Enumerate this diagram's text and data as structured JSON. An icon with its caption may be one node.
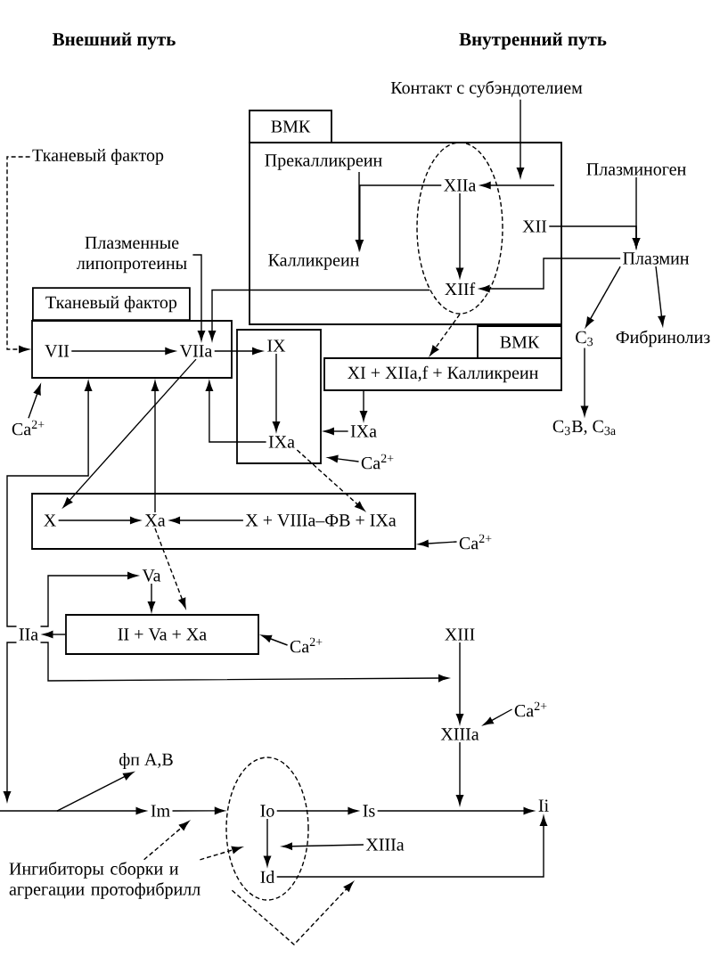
{
  "diagram": {
    "nodes": [
      {
        "text": [
          "Контакт с субэндотелием"
        ]
      },
      {
        "text": [
          "ВМК"
        ]
      },
      {
        "text": [],
        "shape": "box"
      },
      {
        "text": [
          "Прекалликреин"
        ],
        "in": 2
      },
      {
        "text": [
          "Калликреин"
        ],
        "in": 2
      },
      {
        "text": [],
        "shape": "ellipse",
        "in": 2
      },
      {
        "text": [
          "XIIa"
        ],
        "in": 5
      },
      {
        "text": [
          "XIIf"
        ],
        "in": 5
      },
      {
        "text": [
          "XII"
        ],
        "in": 2
      },
      {
        "text": [
          "Тканевый фактор"
        ]
      },
      {
        "text": [
          "Плазминоген"
        ]
      },
      {
        "text": [
          "Плазмин"
        ]
      },
      {
        "text": [
          "Плазменные липопротеины"
        ]
      },
      {
        "text": [
          "Тканевый фактор"
        ]
      },
      {
        "text": [
          "VII"
        ],
        "in": 13
      },
      {
        "text": [
          "VIIa"
        ],
        "in": 13
      },
      {
        "text": [],
        "shape": "box"
      },
      {
        "text": [
          "IX"
        ],
        "in": 16
      },
      {
        "text": [
          "IXa"
        ],
        "in": 16
      },
      {
        "text": [
          "C$_{3}$"
        ]
      },
      {
        "text": [
          "Фибринолиз"
        ]
      },
      {
        "text": [
          "ВМК"
        ]
      },
      {
        "text": [
          "XI + XIIa,f + Калликреин"
        ]
      },
      {
        "text": [
          "IXa"
        ]
      },
      {
        "text": [
          "Ca$^{2+}$"
        ]
      },
      {
        "text": [
          "C$_{3}$B, C$_{3a}$"
        ]
      },
      {
        "text": [
          "Ca$^{2+}$"
        ]
      },
      {
        "text": [],
        "shape": "box"
      },
      {
        "text": [
          "X"
        ],
        "in": 27
      },
      {
        "text": [
          "Xa"
        ],
        "in": 27
      },
      {
        "text": [
          "X + VIIIa–ФВ + IXa"
        ],
        "in": 27
      },
      {
        "text": [
          "Ca$^{2+}$"
        ]
      },
      {
        "text": [
          "Va"
        ]
      },
      {
        "text": [
          "IIa"
        ]
      },
      {
        "text": [
          "II + Va + Xa"
        ]
      },
      {
        "text": [
          "XIII"
        ]
      },
      {
        "text": [
          "Ca$^{2+}$"
        ]
      },
      {
        "text": [
          "Ca$^{2+}$"
        ]
      },
      {
        "text": [
          "XIIIa"
        ]
      },
      {
        "text": [
          "фп A,B"
        ]
      },
      {
        "text": [
          "Ii"
        ]
      },
      {
        "text": [
          "Im"
        ]
      },
      {
        "text": [],
        "shape": "ellipse"
      },
      {
        "text": [
          "Io"
        ],
        "in": 42
      },
      {
        "text": [
          "Is"
        ]
      },
      {
        "text": [
          "XIIIa"
        ]
      },
      {
        "text": [
          "Id"
        ],
        "in": 42
      },
      {
        "text": [
          "Ингибиторы сборки и агрегации протофибрилл"
        ]
      }
    ],
    "edges": [
      {
        "from": 0,
        "to": null,
        "arrow": "to"
      },
      {
        "from": null,
        "to": 6,
        "arrow": "to"
      },
      {
        "from": 6,
        "to": 4,
        "arrow": "to"
      },
      {
        "from": 3,
        "to": 4,
        "arrow": "to"
      },
      {
        "from": 6,
        "to": 7,
        "arrow": "to"
      },
      {
        "from": 8,
        "to": 11,
        "arrow": "to"
      },
      {
        "from": 10,
        "to": 11,
        "arrow": "to"
      },
      {
        "from": 11,
        "to": 7,
        "arrow": "to"
      },
      {
        "from": 11,
        "to": 19,
        "arrow": "to"
      },
      {
        "from": 11,
        "to": 20,
        "arrow": "to"
      },
      {
        "from": 19,
        "to": 25,
        "arrow": "to"
      },
      {
        "from": 9,
        "to": 13,
        "arrow": "to",
        "style": "dashed"
      },
      {
        "from": 12,
        "to": 15,
        "arrow": "to"
      },
      {
        "from": 5,
        "to": 15,
        "arrow": "to"
      },
      {
        "from": 5,
        "to": 22,
        "arrow": "to",
        "style": "dashed"
      },
      {
        "from": 24,
        "to": 13,
        "arrow": "to"
      },
      {
        "from": 14,
        "to": 15,
        "arrow": "to"
      },
      {
        "from": 15,
        "to": 17,
        "arrow": "to"
      },
      {
        "from": 17,
        "to": 18,
        "arrow": "to"
      },
      {
        "from": 18,
        "to": 13,
        "arrow": "to"
      },
      {
        "from": 22,
        "to": 23,
        "arrow": "to"
      },
      {
        "from": 23,
        "to": 16,
        "arrow": "to"
      },
      {
        "from": 26,
        "to": 16,
        "arrow": "to"
      },
      {
        "from": 15,
        "to": 28,
        "arrow": "to"
      },
      {
        "from": 18,
        "to": 30,
        "arrow": "to",
        "style": "dashed"
      },
      {
        "from": 28,
        "to": 29,
        "arrow": "to"
      },
      {
        "from": 30,
        "to": 29,
        "arrow": "to"
      },
      {
        "from": 29,
        "to": 13,
        "arrow": "to"
      },
      {
        "from": 31,
        "to": 27,
        "arrow": "to"
      },
      {
        "from": 29,
        "to": 34,
        "arrow": "to",
        "style": "dashed"
      },
      {
        "from": 32,
        "to": 34,
        "arrow": "to"
      },
      {
        "from": 34,
        "to": 33,
        "arrow": "to"
      },
      {
        "from": 33,
        "to": 32,
        "arrow": "to"
      },
      {
        "from": 33,
        "to": 35,
        "arrow": "to"
      },
      {
        "from": 33,
        "to": 13,
        "arrow": "to"
      },
      {
        "from": 33,
        "to": null,
        "arrow": "to"
      },
      {
        "from": 36,
        "to": 34,
        "arrow": "to"
      },
      {
        "from": 35,
        "to": 38,
        "arrow": "to"
      },
      {
        "from": 37,
        "to": 38,
        "arrow": "to"
      },
      {
        "from": 38,
        "to": null,
        "arrow": "to"
      },
      {
        "from": null,
        "to": 41,
        "arrow": "to"
      },
      {
        "from": null,
        "to": 39,
        "arrow": "to"
      },
      {
        "from": 41,
        "to": 42,
        "arrow": "to"
      },
      {
        "from": 43,
        "to": 46,
        "arrow": "to"
      },
      {
        "from": 43,
        "to": 44,
        "arrow": "to"
      },
      {
        "from": 44,
        "to": 40,
        "arrow": "to"
      },
      {
        "from": 46,
        "to": 40,
        "arrow": "to"
      },
      {
        "from": 45,
        "to": 46,
        "arrow": "to"
      },
      {
        "from": 47,
        "to": 41,
        "arrow": "to",
        "style": "dashed"
      },
      {
        "from": 47,
        "to": 46,
        "arrow": "to",
        "style": "dashed"
      },
      {
        "from": 47,
        "to": 45,
        "arrow": "to",
        "style": "dashed"
      }
    ],
    "labels": [
      "Внешний путь",
      "Внутренний путь"
    ]
  }
}
